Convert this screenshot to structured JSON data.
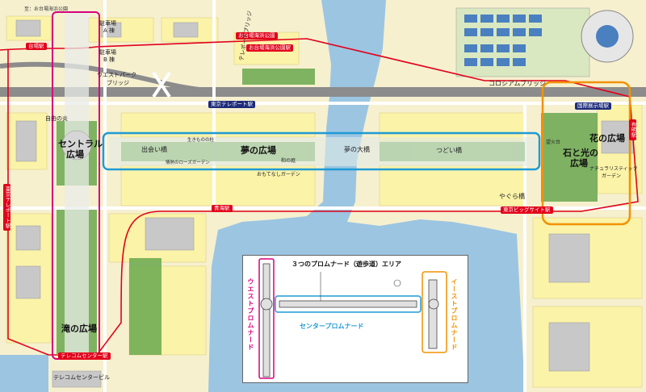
{
  "map": {
    "note": "至：お台場海浜公園",
    "colors": {
      "west": "#d6007f",
      "center": "#1e9ad6",
      "east": "#f29200",
      "water": "#9cc5e2",
      "road": "#8c8c8c",
      "rail": "#e2001a",
      "land": "#fbf3a8",
      "park": "#6aa84f"
    },
    "stations": {
      "daiba": "台場駅",
      "odaiba_kaihin_koen_1": "お台場海浜公園",
      "odaiba_kaihin_koen_2": "お台場海浜公園駅",
      "tokyo_teleport": "東京テレポート駅",
      "kokusai_tenjijo": "国際展示場駅",
      "ariake": "有明駅",
      "aomi": "青海駅",
      "tokyo_bigsight": "東京ビッグサイト駅",
      "telecom_center": "テレコムセンター駅",
      "left_vertical": "東京テレポート駅"
    },
    "labels": {
      "parking_a_1": "駐車場",
      "parking_a_2": "A 棟",
      "parking_b_1": "駐車場",
      "parking_b_2": "B 棟",
      "westpark_bridge_1": "ウエストパーク",
      "westpark_bridge_2": "ブリッジ",
      "teleport_bridge": "テレポートブリッジ",
      "jiyu_no_honoo": "自由の炎",
      "central_plaza_1": "セントラル",
      "central_plaza_2": "広場",
      "deai_bashi": "出会い橋",
      "ikimono_mori": "生きものの杜",
      "jyojyuku_rose_garden": "情熱のローズガーデン",
      "yume_no_hiroba": "夢の広場",
      "wa_no_niwa": "和の庭",
      "omotenashi_garden": "おもてなしガーデン",
      "yume_no_ohashi": "夢の大橋",
      "tsudoi_bashi": "つどい橋",
      "colosseum_bridge": "コロシアムブリッジ",
      "hana_no_hiroba": "花の広場",
      "mihariba": "望火台",
      "ishi_to_hikari_1": "石と光の",
      "ishi_to_hikari_2": "広場",
      "naturalistic_garden_1": "ナチュラリスティック",
      "naturalistic_garden_2": "ガーデン",
      "yagura_bashi": "やぐら橋",
      "taki_no_hiroba": "滝の広場",
      "telecom_center_bldg": "テレコムセンタービル"
    },
    "inset": {
      "title": "３つのプロムナード（遊歩道）エリア",
      "west": "ウエストプロムナード",
      "center": "センタープロムナード",
      "east": "イーストプロムナード"
    }
  }
}
